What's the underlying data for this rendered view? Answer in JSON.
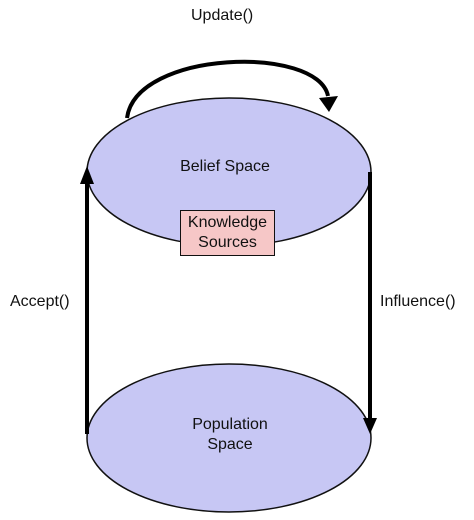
{
  "diagram": {
    "labels": {
      "update": "Update()",
      "accept": "Accept()",
      "influence": "Influence()"
    },
    "nodes": {
      "belief_space": "Belief Space",
      "knowledge_sources": [
        "Knowledge",
        "Sources"
      ],
      "population_space": [
        "Population",
        "Space"
      ]
    },
    "colors": {
      "ellipse_fill": "#c7c7f4",
      "outline": "#111111",
      "knowledge_fill": "#f6c7c7",
      "arrow": "#000000"
    }
  }
}
